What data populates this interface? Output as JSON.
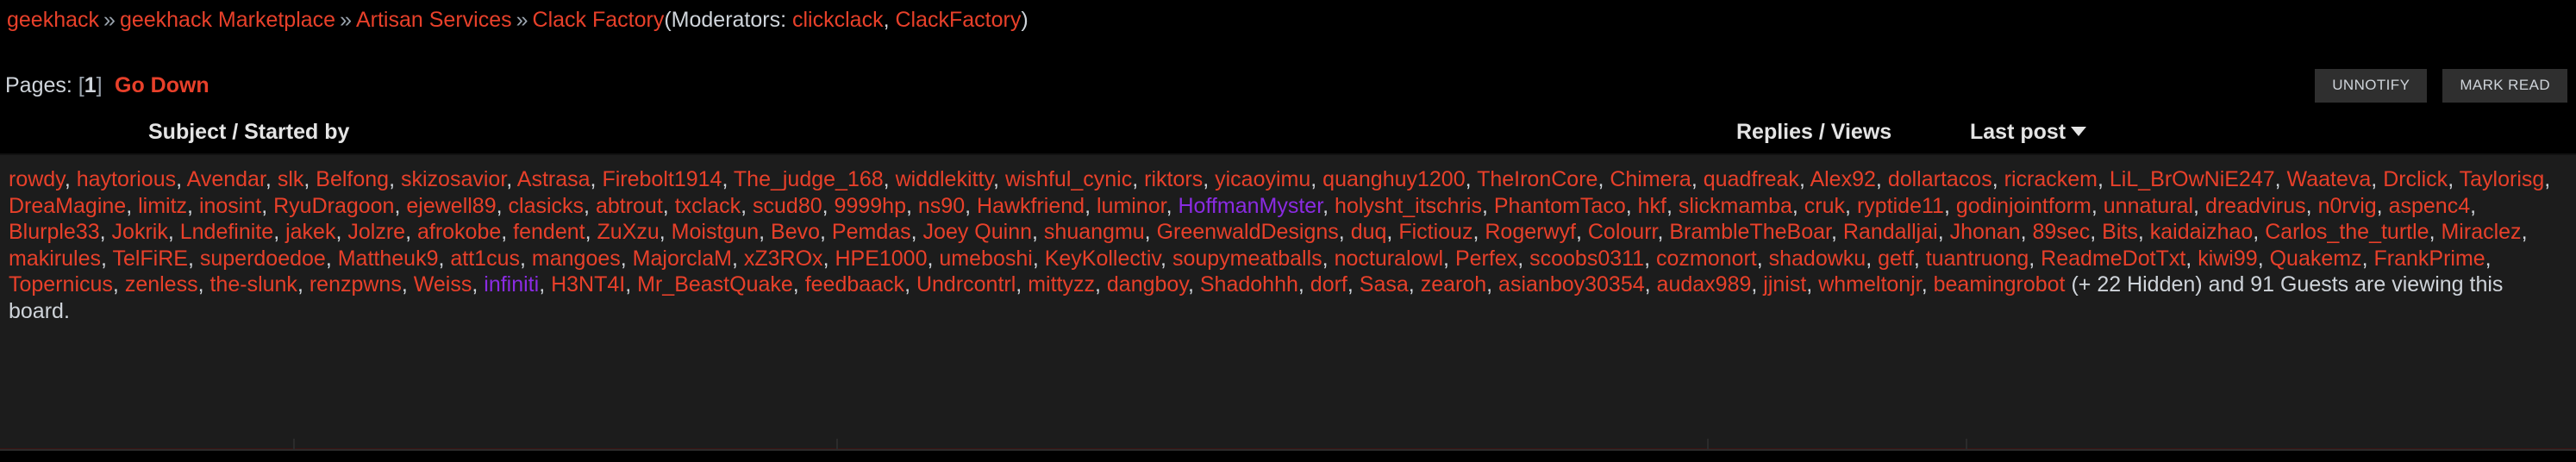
{
  "breadcrumb": {
    "items": [
      "geekhack",
      "geekhack Marketplace",
      "Artisan Services",
      "Clack Factory"
    ],
    "separator": "»",
    "moderators_prefix": "(Moderators: ",
    "moderators": [
      "clickclack",
      "ClackFactory"
    ],
    "moderators_suffix": ")"
  },
  "pages": {
    "label": "Pages:",
    "open_bracket": "[",
    "current": "1",
    "close_bracket": "]",
    "go_down": "Go Down"
  },
  "toolbar": {
    "unnotify_label": "UNNOTIFY",
    "mark_read_label": "MARK READ"
  },
  "columns": {
    "subject": "Subject / Started by",
    "replies": "Replies / Views",
    "last_post": "Last post",
    "sort_icon": "chevron-down-icon"
  },
  "viewers": {
    "names": [
      "rowdy",
      "haytorious",
      "Avendar",
      "slk",
      "Belfong",
      "skizosavior",
      "Astrasa",
      "Firebolt1914",
      "The_judge_168",
      "widdlekitty",
      "wishful_cynic",
      "riktors",
      "yicaoyimu",
      "quanghuy1200",
      "TheIronCore",
      "Chimera",
      "quadfreak",
      "Alex92",
      "dollartacos",
      "ricrackem",
      "LiL_BrOwNiE247",
      "Waateva",
      "Drclick",
      "Taylorisg",
      "DreaMagine",
      "limitz",
      "inosint",
      "RyuDragoon",
      "ejewell89",
      "clasicks",
      "abtrout",
      "txclack",
      "scud80",
      "9999hp",
      "ns90",
      "Hawkfriend",
      "luminor",
      "HoffmanMyster",
      "holysht_itschris",
      "PhantomTaco",
      "hkf",
      "slickmamba",
      "cruk",
      "ryptide11",
      "godinjointform",
      "unnatural",
      "dreadvirus",
      "n0rvig",
      "aspenc4",
      "Blurple33",
      "Jokrik",
      "Lndefinite",
      "jakek",
      "Jolzre",
      "afrokobe",
      "fendent",
      "ZuXzu",
      "Moistgun",
      "Bevo",
      "Pemdas",
      "Joey Quinn",
      "shuangmu",
      "GreenwaldDesigns",
      "duq",
      "Fictiouz",
      "Rogerwyf",
      "Colourr",
      "BrambleTheBoar",
      "Randalljai",
      "Jhonan",
      "89sec",
      "Bits",
      "kaidaizhao",
      "Carlos_the_turtle",
      "Miraclez",
      "makirules",
      "TelFiRE",
      "superdoedoe",
      "Mattheuk9",
      "att1cus",
      "mangoes",
      "MajorclaM",
      "xZ3ROx",
      "HPE1000",
      "umeboshi",
      "KeyKollectiv",
      "soupymeatballs",
      "nocturalowl",
      "Perfex",
      "scoobs0311",
      "cozmonort",
      "shadowku",
      "getf",
      "tuantruong",
      "ReadmeDotTxt",
      "kiwi99",
      "Quakemz",
      "FrankPrime",
      "Topernicus",
      "zenless",
      "the-slunk",
      "renzpwns",
      "Weiss",
      "infiniti",
      "H3NT4I",
      "Mr_BeastQuake",
      "feedbaack",
      "Undrcontrl",
      "mittyzz",
      "dangboy",
      "Shadohhh",
      "dorf",
      "Sasa",
      "zearoh",
      "asianboy30354",
      "audax989",
      "jjnist",
      "whmeltonjr",
      "beamingrobot"
    ],
    "highlighted": {
      "HoffmanMyster": "#8a2be2",
      "infiniti": "#8a2be2"
    },
    "tail_text": " (+ 22 Hidden) and 91 Guests are viewing this board.",
    "separator": ", "
  },
  "colors": {
    "link": "#e8402a",
    "text": "#cfd4da",
    "panel_bg": "#1c1c1c",
    "page_bg": "#000000",
    "button_bg": "#2f2f2f",
    "accent_purple": "#8a2be2"
  }
}
